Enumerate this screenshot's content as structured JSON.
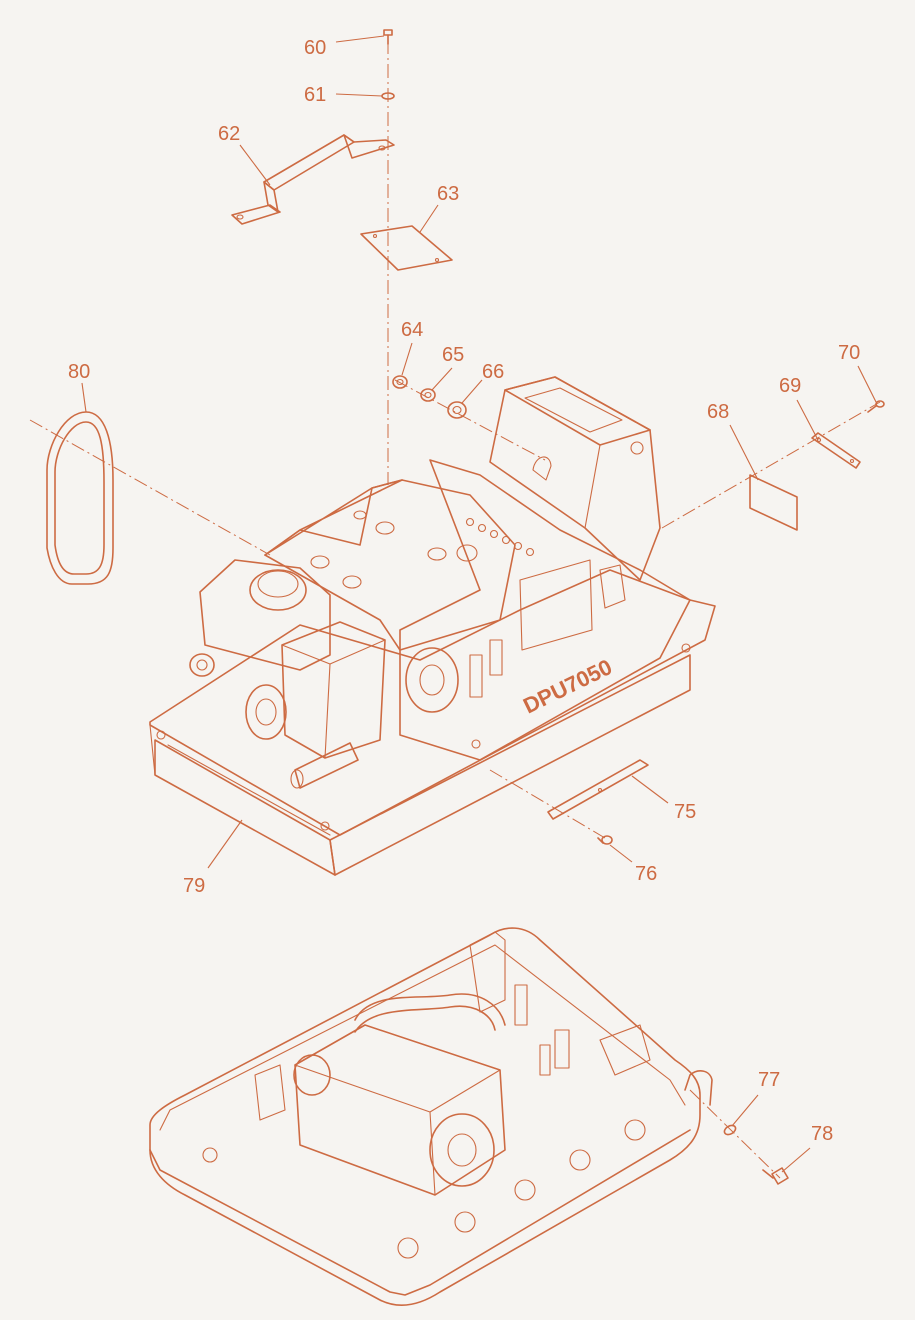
{
  "diagram": {
    "brand_label": "DPU7050",
    "callouts": [
      {
        "id": "c60",
        "label": "60"
      },
      {
        "id": "c61",
        "label": "61"
      },
      {
        "id": "c62",
        "label": "62"
      },
      {
        "id": "c63",
        "label": "63"
      },
      {
        "id": "c64",
        "label": "64"
      },
      {
        "id": "c65",
        "label": "65"
      },
      {
        "id": "c66",
        "label": "66"
      },
      {
        "id": "c68",
        "label": "68"
      },
      {
        "id": "c69",
        "label": "69"
      },
      {
        "id": "c70",
        "label": "70"
      },
      {
        "id": "c75",
        "label": "75"
      },
      {
        "id": "c76",
        "label": "76"
      },
      {
        "id": "c77",
        "label": "77"
      },
      {
        "id": "c78",
        "label": "78"
      },
      {
        "id": "c79",
        "label": "79"
      },
      {
        "id": "c80",
        "label": "80"
      }
    ],
    "colors": {
      "line": "#cd6b43",
      "background": "#f6f4f1"
    }
  }
}
